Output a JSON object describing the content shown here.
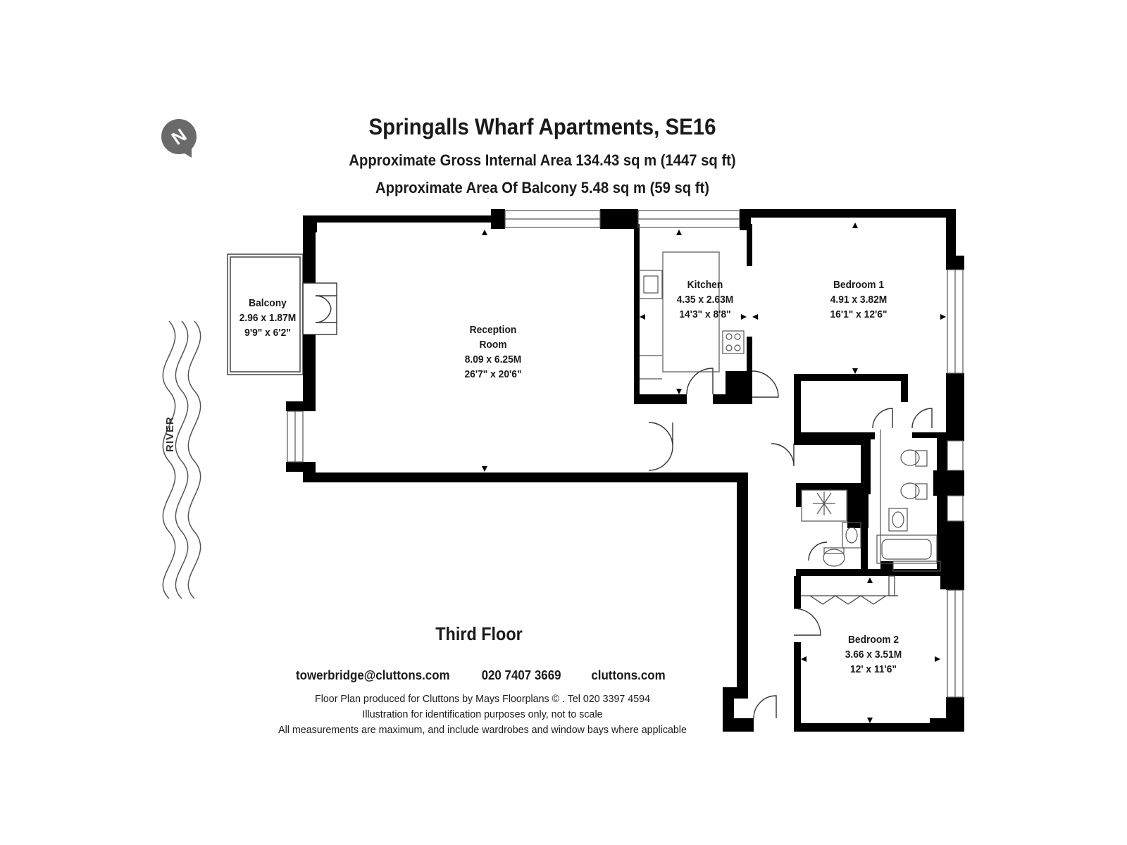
{
  "header": {
    "title": "Springalls Wharf Apartments, SE16",
    "gross_area": "Approximate Gross Internal Area  134.43 sq m  (1447 sq ft)",
    "balcony_area": "Approximate Area Of Balcony  5.48 sq m  (59 sq ft)"
  },
  "compass": {
    "label": "N"
  },
  "river": {
    "label": "RIVER"
  },
  "rooms": {
    "balcony": {
      "name": "Balcony",
      "metric": "2.96 x 1.87M",
      "imperial": "9'9\" x 6'2\""
    },
    "reception": {
      "name1": "Reception",
      "name2": "Room",
      "metric": "8.09 x 6.25M",
      "imperial": "26'7\" x 20'6\""
    },
    "kitchen": {
      "name": "Kitchen",
      "metric": "4.35 x 2.63M",
      "imperial": "14'3\" x 8'8\""
    },
    "bedroom1": {
      "name": "Bedroom 1",
      "metric": "4.91 x 3.82M",
      "imperial": "16'1\" x 12'6\""
    },
    "bedroom2": {
      "name": "Bedroom 2",
      "metric": "3.66 x 3.51M",
      "imperial": "12' x 11'6\""
    }
  },
  "floor_label": "Third Floor",
  "contact": {
    "email": "towerbridge@cluttons.com",
    "phone": "020 7407 3669",
    "website": "cluttons.com"
  },
  "footer": {
    "line1": "Floor Plan produced for Cluttons by Mays Floorplans  © .  Tel 020 3397 4594",
    "line2": "Illustration for identification purposes only, not to scale",
    "line3": "All measurements are maximum, and include wardrobes and window bays where applicable"
  },
  "colors": {
    "wall": "#000000",
    "compass": "#6a6a6a",
    "text": "#1a1a1a"
  }
}
